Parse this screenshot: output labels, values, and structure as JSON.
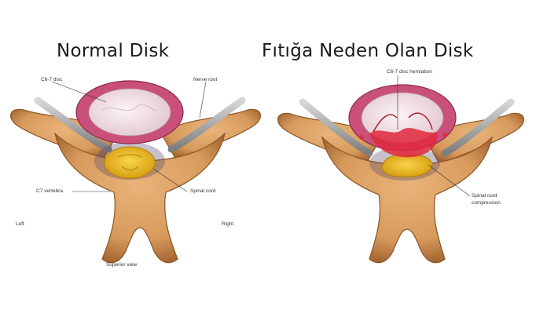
{
  "titles": {
    "left": "Normal Disk",
    "right": "Fıtığa Neden Olan Disk"
  },
  "left_labels": {
    "disc": "C6-7 disc",
    "nerve_root": "Nerve root",
    "vertebra": "C7 vertebra",
    "spinal_cord": "Spinal cord",
    "left": "Left",
    "right": "Right",
    "view": "Superior view"
  },
  "right_labels": {
    "herniation": "C6-7 disc herniation",
    "compression_line1": "Spinal cord",
    "compression_line2": "compression"
  },
  "colors": {
    "bone": "#d79a5c",
    "bone_dark": "#a86a34",
    "disc_ring": "#c9507a",
    "disc_core": "#f2e6ea",
    "cord": "#e8b51c",
    "nerve": "#a9a9a9",
    "inflamed": "#e0283c"
  }
}
